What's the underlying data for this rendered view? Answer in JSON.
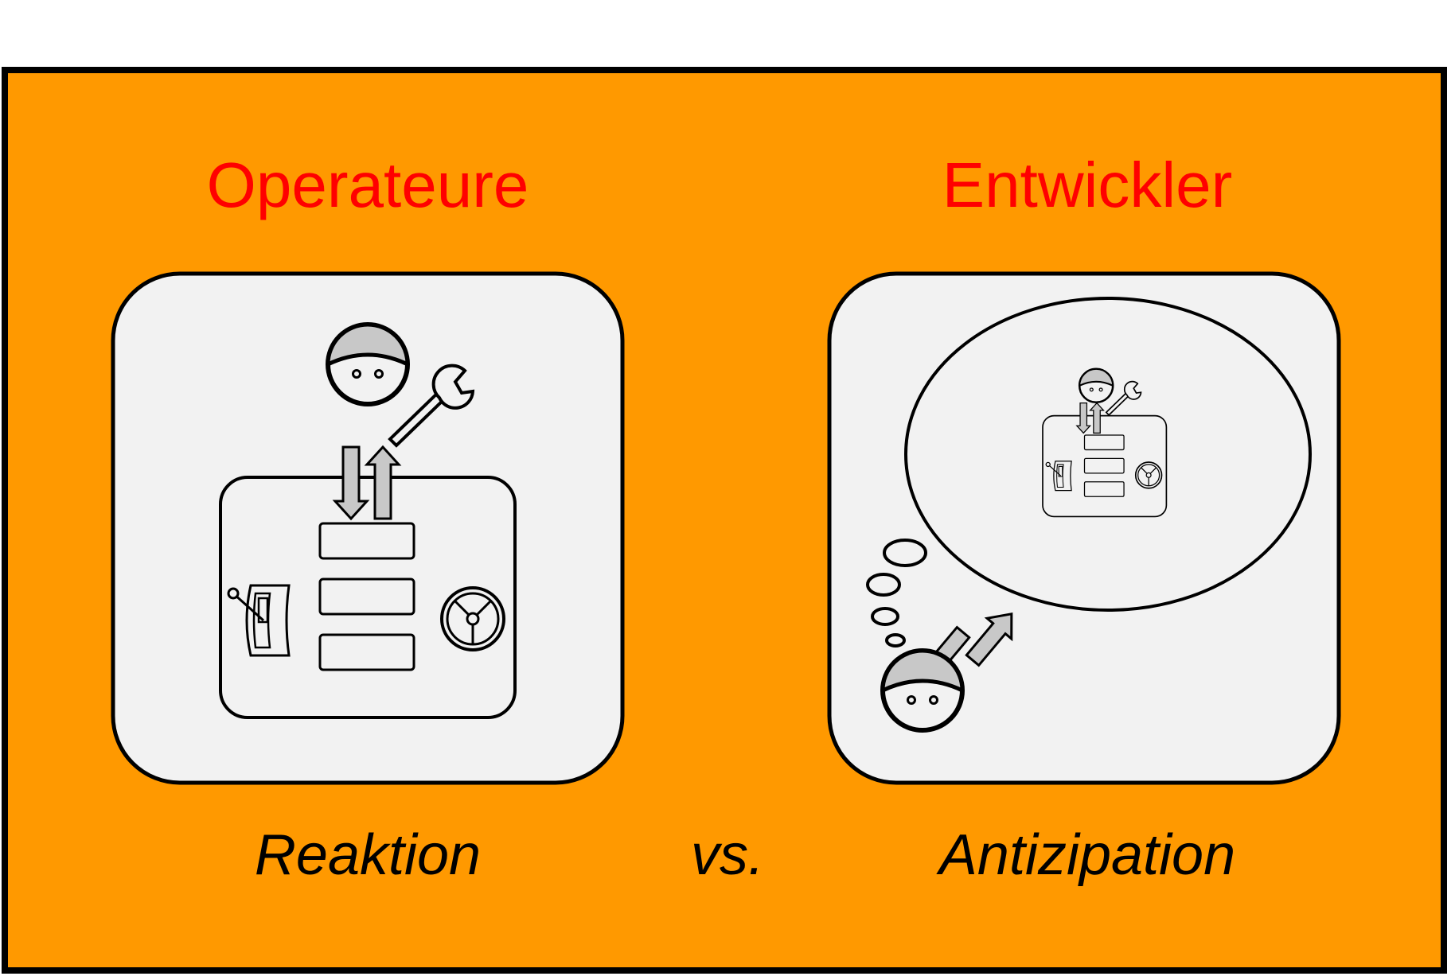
{
  "diagram": {
    "left_title": "Operateure",
    "right_title": "Entwickler",
    "left_caption": "Reaktion",
    "middle_caption": "vs.",
    "right_caption": "Antizipation"
  },
  "colors": {
    "background": "#FF9900",
    "title": "#FF0000",
    "card": "#F2F2F2",
    "icon_fill": "#C8C8C8",
    "stroke": "#000000"
  },
  "icons": {
    "operator_head": "operator-head-icon",
    "wrench": "wrench-icon",
    "control_panel": "control-panel-icon",
    "lever": "lever-icon",
    "steering_wheel": "steering-wheel-icon",
    "thought_bubble": "thought-bubble-icon"
  }
}
